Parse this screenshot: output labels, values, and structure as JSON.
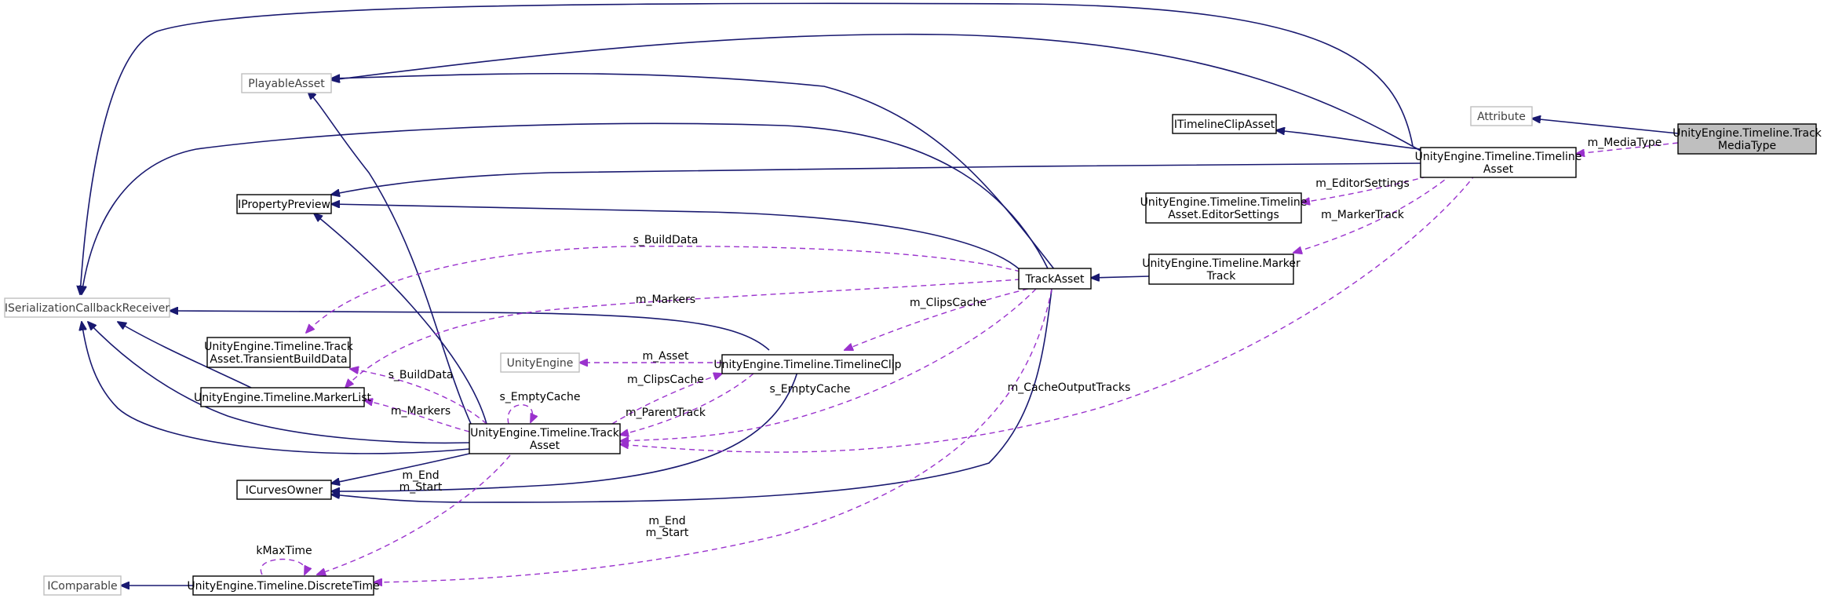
{
  "colors": {
    "inheritance": "#191970",
    "usage": "#9a32cd",
    "undocumented_border": "#bfbfbf",
    "root_fill": "#bfbfbf"
  },
  "nodes": {
    "root": [
      "UnityEngine.Timeline.Track",
      "MediaType"
    ],
    "attribute": [
      "Attribute"
    ],
    "timeline_asset": [
      "UnityEngine.Timeline.Timeline",
      "Asset"
    ],
    "itimelineclipasset": [
      "ITimelineClipAsset"
    ],
    "editor_settings": [
      "UnityEngine.Timeline.Timeline",
      "Asset.EditorSettings"
    ],
    "marker_track": [
      "UnityEngine.Timeline.Marker",
      "Track"
    ],
    "track_asset": [
      "TrackAsset"
    ],
    "playable_asset": [
      "PlayableAsset"
    ],
    "iproperty_preview": [
      "IPropertyPreview"
    ],
    "iserialization": [
      "ISerializationCallbackReceiver"
    ],
    "transient_build_data": [
      "UnityEngine.Timeline.Track",
      "Asset.TransientBuildData"
    ],
    "marker_list": [
      "UnityEngine.Timeline.MarkerList"
    ],
    "unity_engine": [
      "UnityEngine"
    ],
    "timeline_clip": [
      "UnityEngine.Timeline.TimelineClip"
    ],
    "track_asset_full": [
      "UnityEngine.Timeline.Track",
      "Asset"
    ],
    "icurves_owner": [
      "ICurvesOwner"
    ],
    "icomparable": [
      "IComparable"
    ],
    "discrete_time": [
      "UnityEngine.Timeline.DiscreteTime"
    ]
  },
  "edge_labels": {
    "m_media_type": [
      "m_MediaType"
    ],
    "m_editor_settings": [
      "m_EditorSettings"
    ],
    "m_marker_track": [
      "m_MarkerTrack"
    ],
    "s_build_data_top": [
      "s_BuildData"
    ],
    "m_markers_top": [
      "m_Markers"
    ],
    "m_clips_cache_top": [
      "m_ClipsCache"
    ],
    "m_asset": [
      "m_Asset"
    ],
    "m_clips_cache_mid": [
      "m_ClipsCache"
    ],
    "s_empty_cache_right": [
      "s_EmptyCache"
    ],
    "m_parent_track": [
      "m_ParentTrack"
    ],
    "m_cache_output_tracks": [
      "m_CacheOutputTracks"
    ],
    "s_build_data_mid": [
      "s_BuildData"
    ],
    "s_empty_cache_self": [
      "s_EmptyCache"
    ],
    "m_markers_mid": [
      "m_Markers"
    ],
    "m_end_start_left": [
      "m_End",
      "m_Start"
    ],
    "k_max_time": [
      "kMaxTime"
    ],
    "m_end_start_bottom": [
      "m_End",
      "m_Start"
    ]
  }
}
